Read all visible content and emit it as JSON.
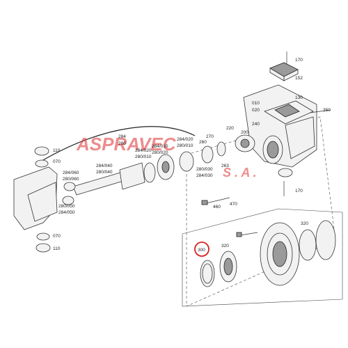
{
  "watermark": {
    "line1": "ASPRAVEC",
    "line2": "S . A .",
    "color": "#e03030"
  },
  "highlight": {
    "label": "300",
    "color": "#d62020"
  },
  "labels": {
    "l170a": "170",
    "l152": "152",
    "l130": "130",
    "l010": "010",
    "l020": "020",
    "l350": "350",
    "l240": "240",
    "l220": "220",
    "l200": "200",
    "l270": "270",
    "l260": "260",
    "l284a": "284",
    "l280a": "280",
    "l284_020a": "284/020",
    "l280_010a": "280/010",
    "l284_010": "284/010",
    "l280_020": "280/020",
    "l284_020b": "284/020",
    "l280_010b": "280/010",
    "l284_040": "284/040",
    "l280_040": "280/040",
    "l284_060": "284/060",
    "l280_060": "280/060",
    "l280_030": "280/030",
    "l284_030": "284/030",
    "l263": "263",
    "l170b": "170",
    "l460": "460",
    "l470": "470",
    "l110a": "110",
    "l070a": "070",
    "l280_050": "280/050",
    "l284_050": "284/050",
    "l070b": "070",
    "l110b": "110",
    "l320a": "320",
    "l320b": "320",
    "l300": "300"
  }
}
